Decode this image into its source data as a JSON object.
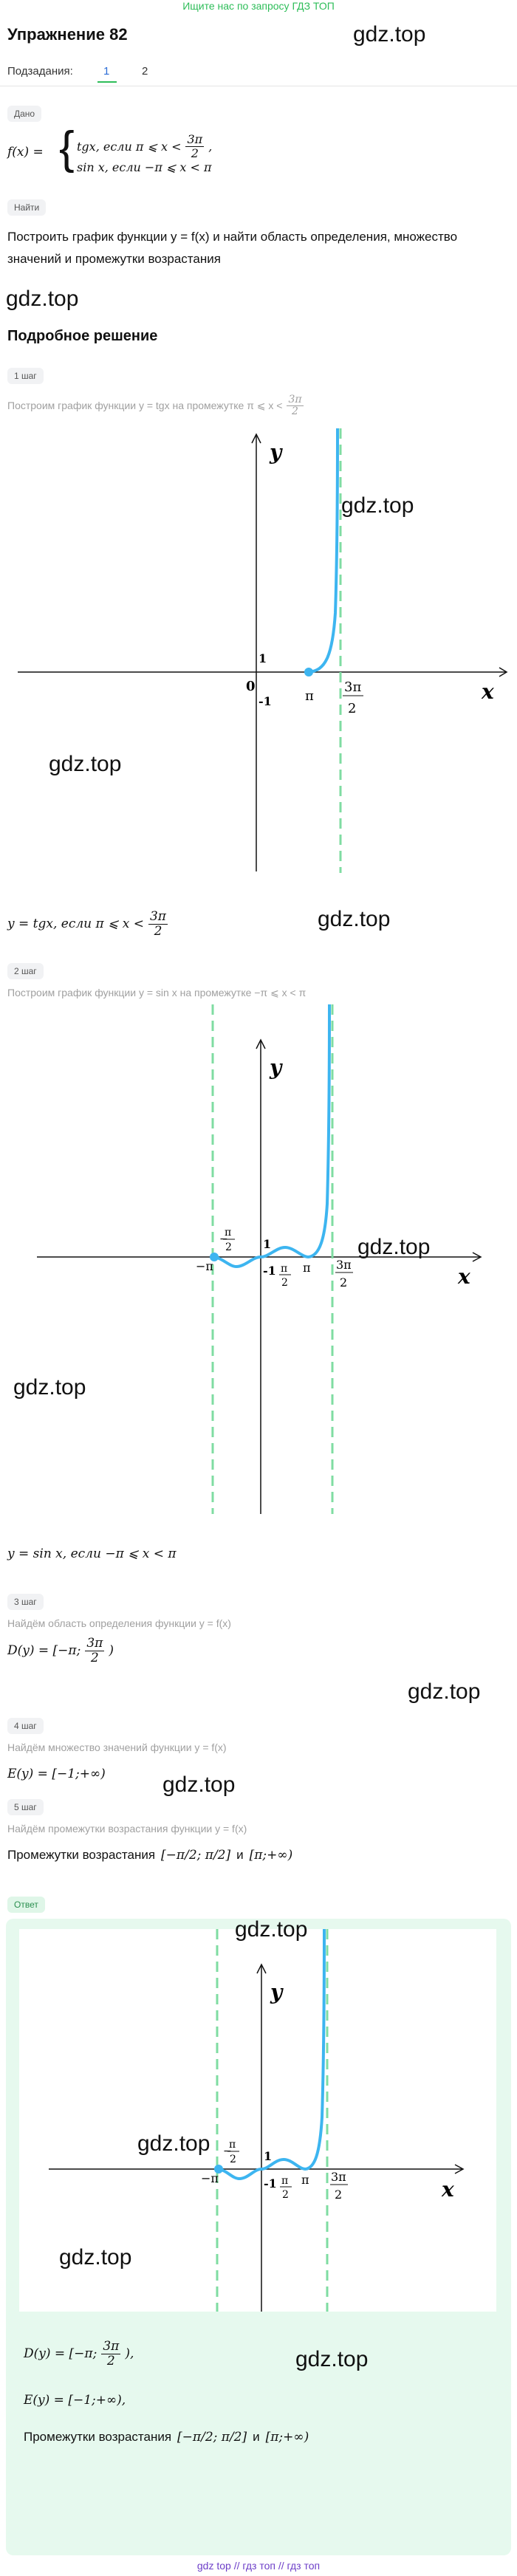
{
  "top_banner": "Ищите нас по запросу ГДЗ ТОП",
  "title": "Упражнение 82",
  "subtasks": {
    "label": "Подзадания:",
    "items": [
      "1",
      "2"
    ],
    "active": "1"
  },
  "given": {
    "badge": "Дано",
    "formula_lhs": "f(x) =",
    "case1_expr": "tgx, если π ⩽ x <",
    "case1_num": "3π",
    "case1_den": "2",
    "case2_expr": "sin x, если −π ⩽ x < π"
  },
  "find": {
    "badge": "Найти",
    "text": "Построить график функции y = f(x) и найти область определения, множество значений и промежутки возрастания"
  },
  "solution_title": "Подробное решение",
  "steps": [
    {
      "badge": "1 шаг",
      "caption": "Построим график функции y = tgx на промежутке π ⩽ x <",
      "caption_num": "3π",
      "caption_den": "2",
      "result": "y = tgx, если π ⩽ x <",
      "result_num": "3π",
      "result_den": "2"
    },
    {
      "badge": "2 шаг",
      "caption": "Построим график функции y = sin x на промежутке −π ⩽ x < π",
      "result": "y = sin x, если −π ⩽ x < π"
    },
    {
      "badge": "3 шаг",
      "caption": "Найдём область определения функции y = f(x)",
      "result": "D(y) = [−π;",
      "result_num": "3π",
      "result_den": "2",
      "result_end": ")"
    },
    {
      "badge": "4 шаг",
      "caption": "Найдём множество значений функции y = f(x)",
      "result": "E(y) = [−1;+∞)"
    },
    {
      "badge": "5 шаг",
      "caption": "Найдём промежутки возрастания функции y = f(x)",
      "result_prefix": "Промежутки возрастания",
      "result_interval": "[−π/2; π/2]",
      "result_and": "и",
      "result_tail": "[π;+∞)"
    }
  ],
  "answer": {
    "badge": "Ответ",
    "d": "D(y) = [−π;",
    "d_num": "3π",
    "d_den": "2",
    "d_end": "),",
    "e": "E(y) = [−1;+∞),",
    "inc_prefix": "Промежутки возрастания",
    "inc_interval": "[−π/2; π/2]",
    "inc_and": "и",
    "inc_tail": "[π;+∞)"
  },
  "graph_labels": {
    "x": "x",
    "y": "y",
    "one": "1",
    "minus_one": "-1",
    "zero": "0",
    "pi": "π",
    "minus_pi": "−π",
    "three_pi": "3π",
    "two": "2",
    "pi_half": "π",
    "minus_pi_half": "π"
  },
  "watermark": "gdz.top",
  "footer": "gdz top  //  гдз топ  //  гдз топ",
  "colors": {
    "accent": "#3db5f0",
    "asymptote": "#7fdca2",
    "answer_bg": "#e6f9ee",
    "banner": "#2ebd59",
    "link": "#6d3fc8"
  }
}
